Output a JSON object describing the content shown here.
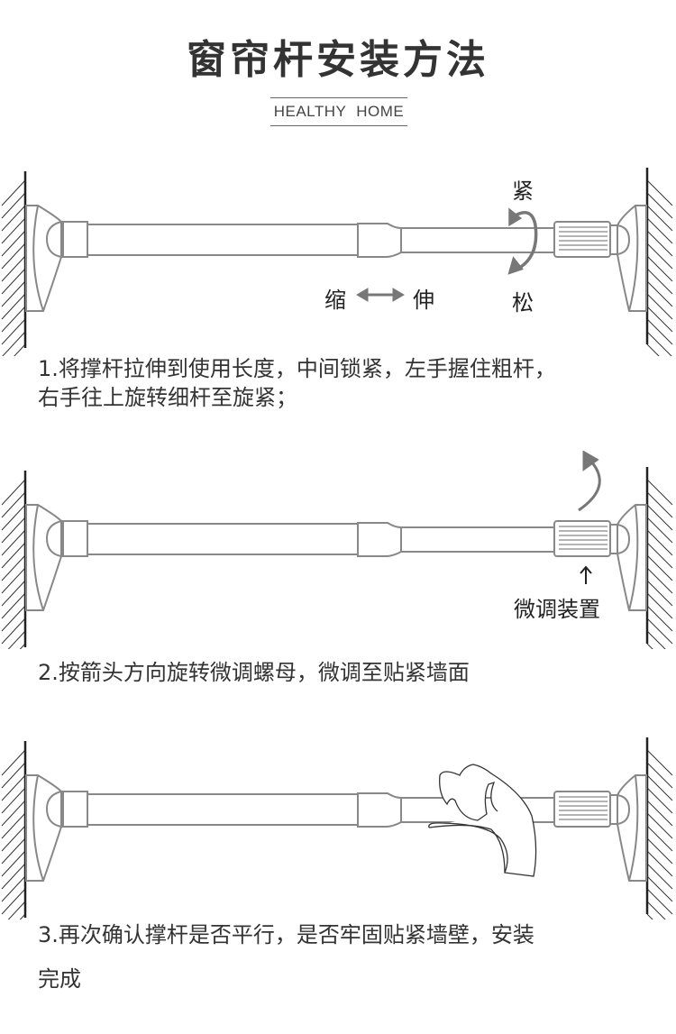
{
  "header": {
    "title": "窗帘杆安装方法",
    "subtitle": "HEALTHY HOME"
  },
  "steps": [
    {
      "line1": "1.将撑杆拉伸到使用长度，中间锁紧，左手握住粗杆，",
      "line2": "右手往上旋转细杆至旋紧；"
    },
    {
      "line1": "2.按箭头方向旋转微调螺母，微调至贴紧墙面"
    },
    {
      "line1": "3.再次确认撑杆是否平行，是否牢固贴紧墙壁，安装",
      "line2": "完成"
    }
  ],
  "labels": {
    "tighten": "紧",
    "loosen": "松",
    "shrink": "缩",
    "extend": "伸",
    "fine_tune": "微调装置"
  },
  "colors": {
    "line": "#888888",
    "wall": "#222222",
    "arrow": "#777777",
    "text": "#333333"
  }
}
